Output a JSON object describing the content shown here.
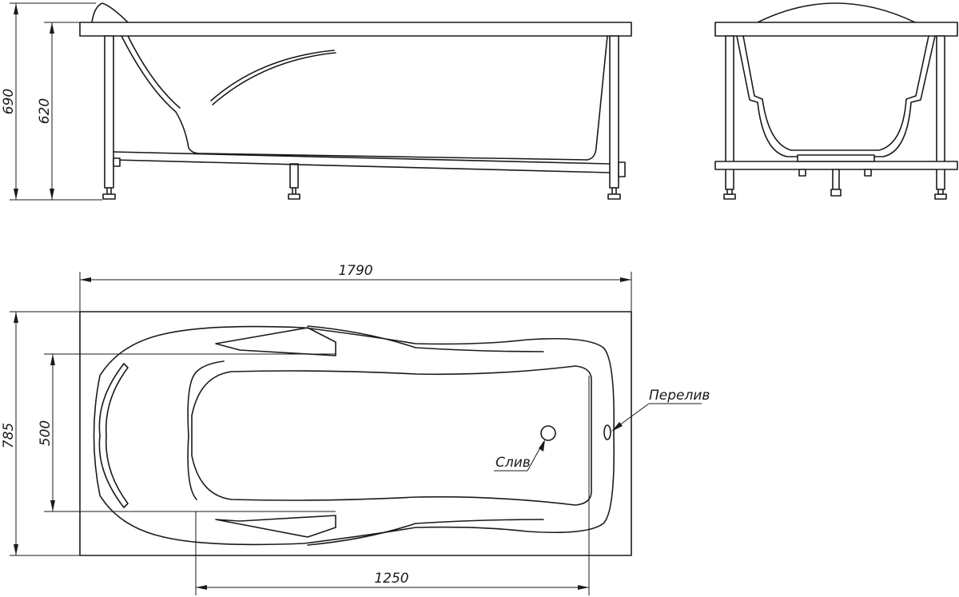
{
  "dimensions": {
    "total_height": "690",
    "tub_height": "620",
    "length": "1790",
    "width": "785",
    "inner_width": "500",
    "inner_length": "1250"
  },
  "labels": {
    "overflow": "Перелив",
    "drain": "Слив"
  }
}
